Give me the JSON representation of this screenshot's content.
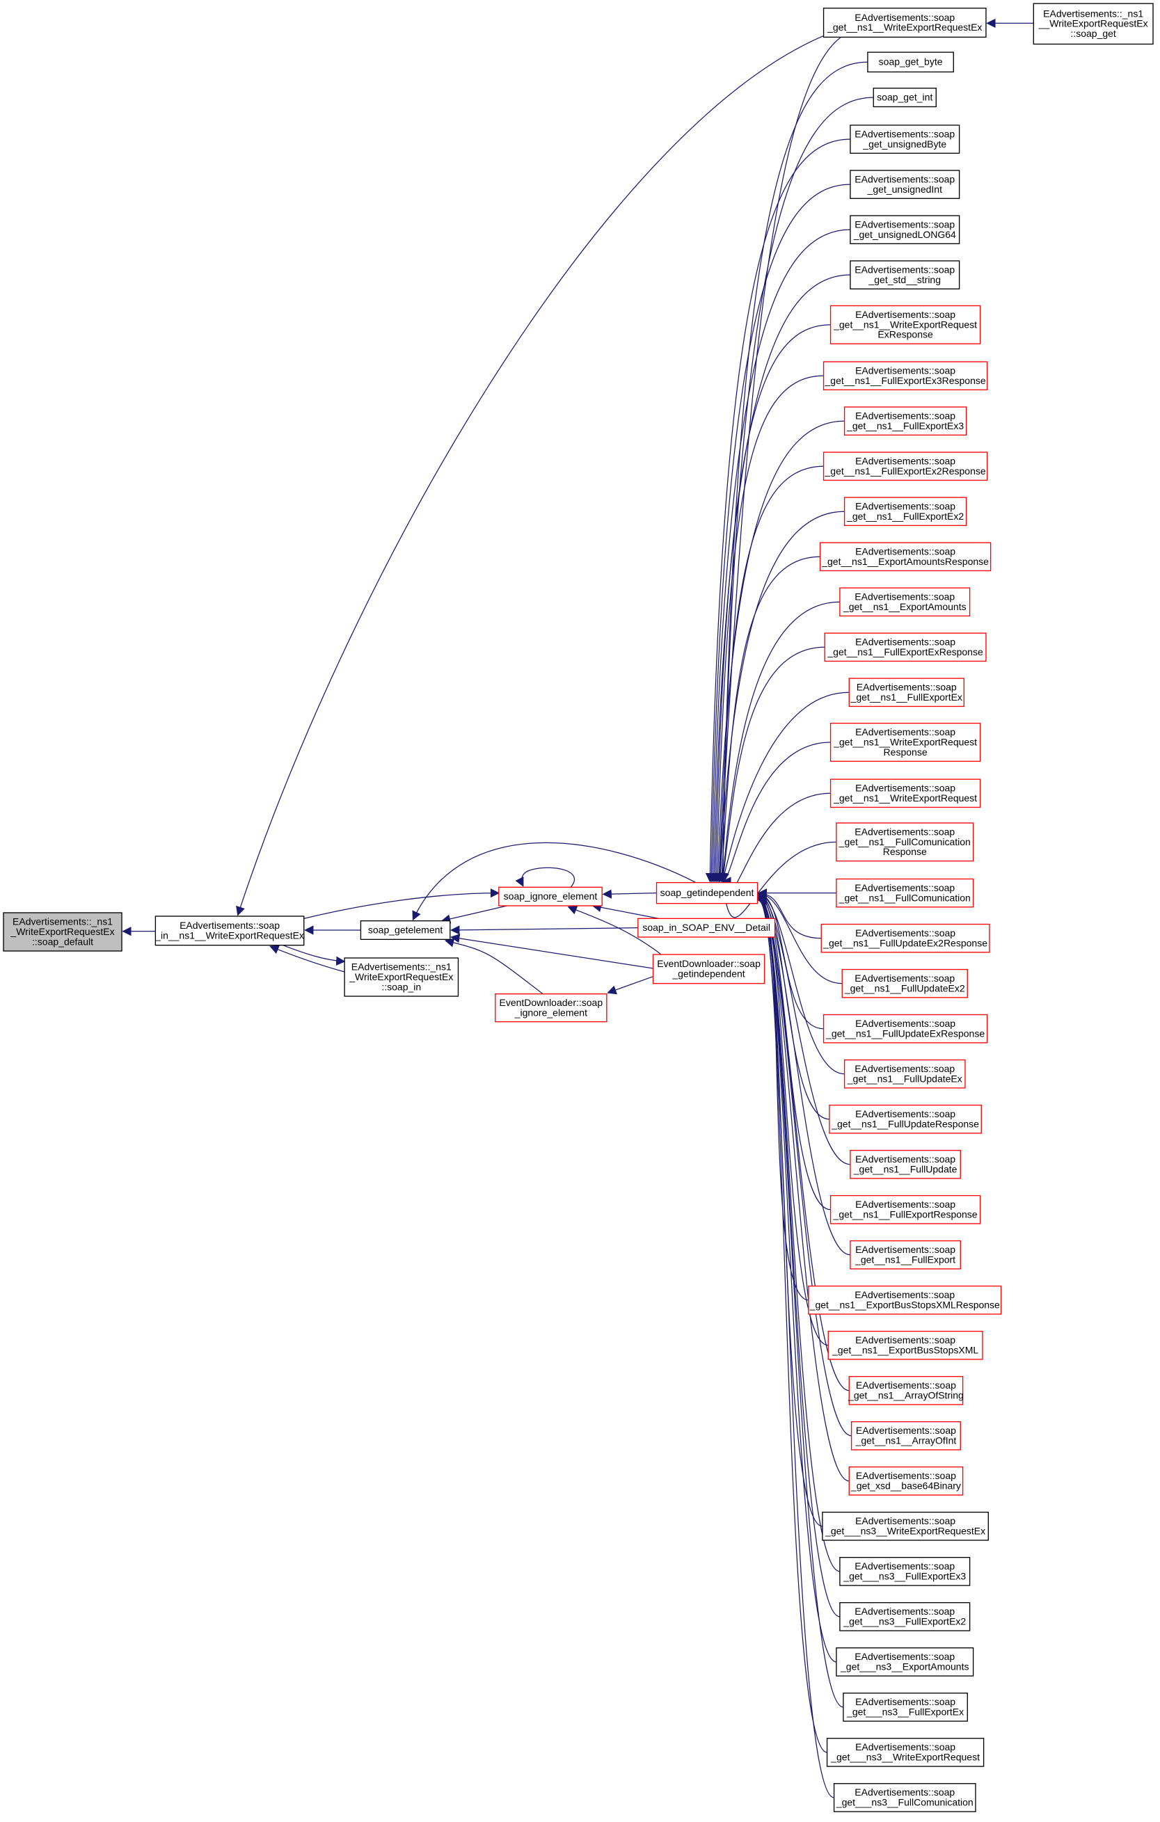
{
  "colors": {
    "edge": "#191970",
    "root_fill": "#bfbfbf",
    "normal_border": "#000000",
    "truncated_border": "#ff0000"
  },
  "nodes": [
    {
      "id": "root",
      "lines": [
        "EAdvertisements::_ns1",
        "_WriteExportRequestEx",
        "::soap_default"
      ],
      "kind": "root"
    },
    {
      "id": "soap_in_ns1",
      "lines": [
        "EAdvertisements::soap",
        "_in__ns1__WriteExportRequestEx"
      ],
      "kind": "normal"
    },
    {
      "id": "ns1_soap_in",
      "lines": [
        "EAdvertisements::_ns1",
        "_WriteExportRequestEx",
        "::soap_in"
      ],
      "kind": "normal"
    },
    {
      "id": "getelement",
      "lines": [
        "soap_getelement"
      ],
      "kind": "normal"
    },
    {
      "id": "ignore",
      "lines": [
        "soap_ignore_element"
      ],
      "kind": "truncated"
    },
    {
      "id": "getindep",
      "lines": [
        "soap_getindependent"
      ],
      "kind": "truncated"
    },
    {
      "id": "detail",
      "lines": [
        "soap_in_SOAP_ENV__Detail"
      ],
      "kind": "truncated"
    },
    {
      "id": "ed_getindep",
      "lines": [
        "EventDownloader::soap",
        "_getindependent"
      ],
      "kind": "truncated"
    },
    {
      "id": "ed_ignore",
      "lines": [
        "EventDownloader::soap",
        "_ignore_element"
      ],
      "kind": "truncated"
    },
    {
      "id": "top",
      "lines": [
        "EAdvertisements::soap",
        "_get__ns1__WriteExportRequestEx"
      ],
      "kind": "normal"
    },
    {
      "id": "soap_get",
      "lines": [
        "EAdvertisements::_ns1",
        "__WriteExportRequestEx",
        "::soap_get"
      ],
      "kind": "normal"
    },
    {
      "id": "r1",
      "lines": [
        "soap_get_byte"
      ],
      "kind": "normal"
    },
    {
      "id": "r2",
      "lines": [
        "soap_get_int"
      ],
      "kind": "normal"
    },
    {
      "id": "r3",
      "lines": [
        "EAdvertisements::soap",
        "_get_unsignedByte"
      ],
      "kind": "normal"
    },
    {
      "id": "r4",
      "lines": [
        "EAdvertisements::soap",
        "_get_unsignedInt"
      ],
      "kind": "normal"
    },
    {
      "id": "r5",
      "lines": [
        "EAdvertisements::soap",
        "_get_unsignedLONG64"
      ],
      "kind": "normal"
    },
    {
      "id": "r6",
      "lines": [
        "EAdvertisements::soap",
        "_get_std__string"
      ],
      "kind": "normal"
    },
    {
      "id": "r7",
      "lines": [
        "EAdvertisements::soap",
        "_get__ns1__WriteExportRequest",
        "ExResponse"
      ],
      "kind": "truncated"
    },
    {
      "id": "r8",
      "lines": [
        "EAdvertisements::soap",
        "_get__ns1__FullExportEx3Response"
      ],
      "kind": "truncated"
    },
    {
      "id": "r9",
      "lines": [
        "EAdvertisements::soap",
        "_get__ns1__FullExportEx3"
      ],
      "kind": "truncated"
    },
    {
      "id": "r10",
      "lines": [
        "EAdvertisements::soap",
        "_get__ns1__FullExportEx2Response"
      ],
      "kind": "truncated"
    },
    {
      "id": "r11",
      "lines": [
        "EAdvertisements::soap",
        "_get__ns1__FullExportEx2"
      ],
      "kind": "truncated"
    },
    {
      "id": "r12",
      "lines": [
        "EAdvertisements::soap",
        "_get__ns1__ExportAmountsResponse"
      ],
      "kind": "truncated"
    },
    {
      "id": "r13",
      "lines": [
        "EAdvertisements::soap",
        "_get__ns1__ExportAmounts"
      ],
      "kind": "truncated"
    },
    {
      "id": "r14",
      "lines": [
        "EAdvertisements::soap",
        "_get__ns1__FullExportExResponse"
      ],
      "kind": "truncated"
    },
    {
      "id": "r15",
      "lines": [
        "EAdvertisements::soap",
        "_get__ns1__FullExportEx"
      ],
      "kind": "truncated"
    },
    {
      "id": "r16",
      "lines": [
        "EAdvertisements::soap",
        "_get__ns1__WriteExportRequest",
        "Response"
      ],
      "kind": "truncated"
    },
    {
      "id": "r17",
      "lines": [
        "EAdvertisements::soap",
        "_get__ns1__WriteExportRequest"
      ],
      "kind": "truncated"
    },
    {
      "id": "r18",
      "lines": [
        "EAdvertisements::soap",
        "_get__ns1__FullComunication",
        "Response"
      ],
      "kind": "truncated"
    },
    {
      "id": "r19",
      "lines": [
        "EAdvertisements::soap",
        "_get__ns1__FullComunication"
      ],
      "kind": "truncated"
    },
    {
      "id": "r20",
      "lines": [
        "EAdvertisements::soap",
        "_get__ns1__FullUpdateEx2Response"
      ],
      "kind": "truncated"
    },
    {
      "id": "r21",
      "lines": [
        "EAdvertisements::soap",
        "_get__ns1__FullUpdateEx2"
      ],
      "kind": "truncated"
    },
    {
      "id": "r22",
      "lines": [
        "EAdvertisements::soap",
        "_get__ns1__FullUpdateExResponse"
      ],
      "kind": "truncated"
    },
    {
      "id": "r23",
      "lines": [
        "EAdvertisements::soap",
        "_get__ns1__FullUpdateEx"
      ],
      "kind": "truncated"
    },
    {
      "id": "r24",
      "lines": [
        "EAdvertisements::soap",
        "_get__ns1__FullUpdateResponse"
      ],
      "kind": "truncated"
    },
    {
      "id": "r25",
      "lines": [
        "EAdvertisements::soap",
        "_get__ns1__FullUpdate"
      ],
      "kind": "truncated"
    },
    {
      "id": "r26",
      "lines": [
        "EAdvertisements::soap",
        "_get__ns1__FullExportResponse"
      ],
      "kind": "truncated"
    },
    {
      "id": "r27",
      "lines": [
        "EAdvertisements::soap",
        "_get__ns1__FullExport"
      ],
      "kind": "truncated"
    },
    {
      "id": "r28",
      "lines": [
        "EAdvertisements::soap",
        "_get__ns1__ExportBusStopsXMLResponse"
      ],
      "kind": "truncated"
    },
    {
      "id": "r29",
      "lines": [
        "EAdvertisements::soap",
        "_get__ns1__ExportBusStopsXML"
      ],
      "kind": "truncated"
    },
    {
      "id": "r30",
      "lines": [
        "EAdvertisements::soap",
        "_get__ns1__ArrayOfString"
      ],
      "kind": "truncated"
    },
    {
      "id": "r31",
      "lines": [
        "EAdvertisements::soap",
        "_get__ns1__ArrayOfInt"
      ],
      "kind": "truncated"
    },
    {
      "id": "r32",
      "lines": [
        "EAdvertisements::soap",
        "_get_xsd__base64Binary"
      ],
      "kind": "truncated"
    },
    {
      "id": "r33",
      "lines": [
        "EAdvertisements::soap",
        "_get___ns3__WriteExportRequestEx"
      ],
      "kind": "normal"
    },
    {
      "id": "r34",
      "lines": [
        "EAdvertisements::soap",
        "_get___ns3__FullExportEx3"
      ],
      "kind": "normal"
    },
    {
      "id": "r35",
      "lines": [
        "EAdvertisements::soap",
        "_get___ns3__FullExportEx2"
      ],
      "kind": "normal"
    },
    {
      "id": "r36",
      "lines": [
        "EAdvertisements::soap",
        "_get___ns3__ExportAmounts"
      ],
      "kind": "normal"
    },
    {
      "id": "r37",
      "lines": [
        "EAdvertisements::soap",
        "_get___ns3__FullExportEx"
      ],
      "kind": "normal"
    },
    {
      "id": "r38",
      "lines": [
        "EAdvertisements::soap",
        "_get___ns3__WriteExportRequest"
      ],
      "kind": "normal"
    },
    {
      "id": "r39",
      "lines": [
        "EAdvertisements::soap",
        "_get___ns3__FullComunication"
      ],
      "kind": "normal"
    }
  ],
  "edges": [
    [
      "soap_in_ns1",
      "root"
    ],
    [
      "getelement",
      "soap_in_ns1"
    ],
    [
      "ns1_soap_in",
      "soap_in_ns1"
    ],
    [
      "soap_in_ns1",
      "ns1_soap_in"
    ],
    [
      "top",
      "soap_in_ns1"
    ],
    [
      "soap_in_ns1",
      "ignore"
    ],
    [
      "ignore",
      "getelement"
    ],
    [
      "getindep",
      "getelement"
    ],
    [
      "getindep",
      "ignore"
    ],
    [
      "ignore",
      "ignore"
    ],
    [
      "detail",
      "getelement"
    ],
    [
      "detail",
      "ignore"
    ],
    [
      "ed_getindep",
      "getelement"
    ],
    [
      "ed_getindep",
      "ignore"
    ],
    [
      "ed_ignore",
      "getelement"
    ],
    [
      "ed_getindep",
      "ed_ignore"
    ],
    [
      "soap_get",
      "top"
    ],
    [
      "top",
      "getindep"
    ]
  ]
}
